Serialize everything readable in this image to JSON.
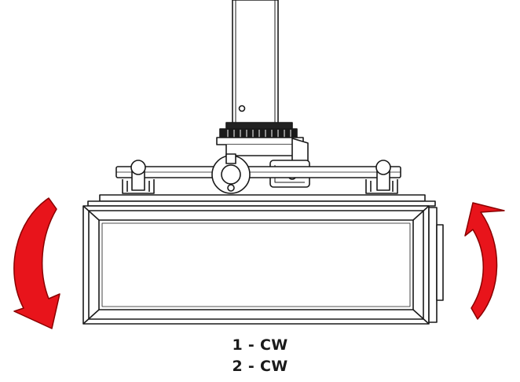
{
  "diagram": {
    "caption": {
      "line_1": "1 - CW",
      "line_2": "2 - CW"
    },
    "colors": {
      "arrow": "#e8141b",
      "arrow_outline": "#8a0000",
      "line": "#1a1a1a",
      "fill": "#ffffff"
    },
    "icons": [
      "curved-arrow-left",
      "curved-arrow-right"
    ]
  }
}
